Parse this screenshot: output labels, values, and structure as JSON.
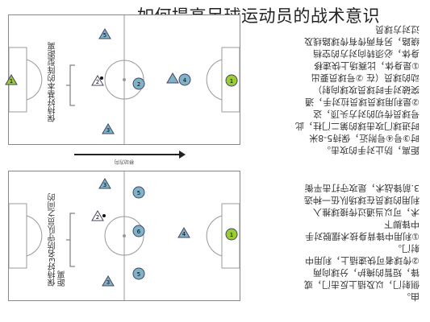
{
  "header": {
    "title": "如何提高足球运动员的战术意识"
  },
  "diagram_top": {
    "note_text": "保持好基本的阵型距离",
    "players": [
      {
        "num": "5",
        "color": "#7fb4c8"
      },
      {
        "num": "2",
        "color": "#ffffff"
      },
      {
        "num": "2",
        "color": "#7fb4c8"
      },
      {
        "num": "3",
        "color": "#7fb4c8"
      },
      {
        "num": "4",
        "color": "#7fb4c8"
      },
      {
        "num": "1",
        "color": "#9acd32"
      },
      {
        "num": "1",
        "color": "#9acd32"
      }
    ]
  },
  "diagram_bottom": {
    "note_text": "保持好3名防守队员之间的距离",
    "players": [
      {
        "num": "3",
        "color": "#7fb4c8"
      },
      {
        "num": "5",
        "color": "#7fb4c8"
      },
      {
        "num": "2",
        "color": "#ffffff"
      },
      {
        "num": "6",
        "color": "#7fb4c8"
      },
      {
        "num": "4",
        "color": "#7fb4c8"
      },
      {
        "num": "3",
        "color": "#7fb4c8"
      },
      {
        "num": "5",
        "color": "#7fb4c8"
      },
      {
        "num": "1",
        "color": "#9acd32"
      }
    ]
  },
  "arrow_label": "移动方向",
  "text_block_top": [
    "过对方球员",
    "绕路，另有两传有传球路线及",
    "身体，必须转向对方的空档",
    "①是身体，比赛场上快速移",
    "动的球员（在 ②号球员要出",
    "突破对手时球员攻球向射）",
    "②是利用球员球员拉对手，通",
    "号球员传切的对方头顶，这",
    "时进球门攻击球的第二门柱，此",
    "时③号④号附近，保持5-8米",
    "距离，防止对手的攻击。"
  ],
  "text_block_bottom": [
    "3.前锋战术，是攻守打击平衡",
    "利用的球员在球场队伍一种选",
    "术，可以当通过传接球推入",
    "中锋脚下",
    "①利用中锋背身技术摆脱对手",
    "射门。",
    "②传球者可快速插上，利用中",
    "锋，短暂的掩护，分球向两",
    "侧射门，以及插上反击门，或",
    "由。"
  ]
}
